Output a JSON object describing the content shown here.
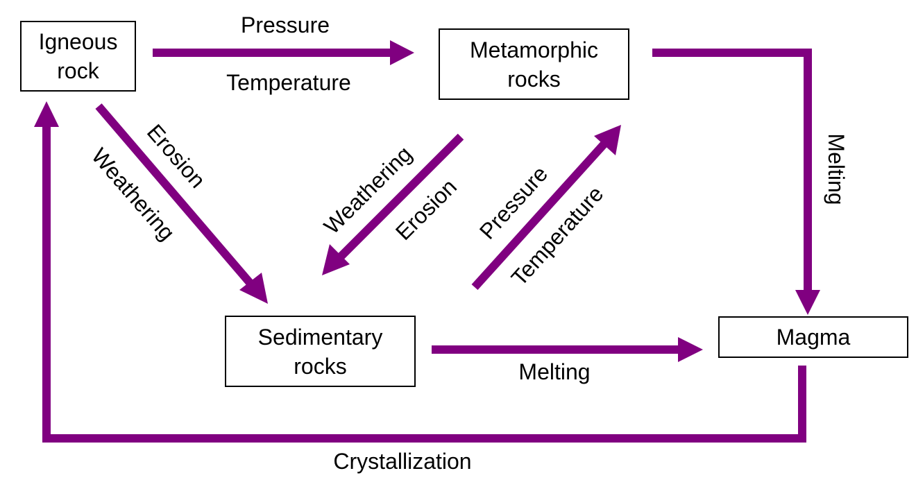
{
  "nodes": {
    "igneous": "Igneous\nrock",
    "metamorphic": "Metamorphic\nrocks",
    "sedimentary": "Sedimentary\nrocks",
    "magma": "Magma"
  },
  "labels": {
    "ig_met_top": "Pressure",
    "ig_met_bottom": "Temperature",
    "ig_sed_erosion": "Erosion",
    "ig_sed_weathering": "Weathering",
    "met_sed_weathering": "Weathering",
    "met_sed_erosion": "Erosion",
    "sed_met_pressure": "Pressure",
    "sed_met_temperature": "Temperature",
    "met_mag_melting": "Melting",
    "sed_mag_melting": "Melting",
    "mag_ig_crystallization": "Crystallization"
  },
  "colors": {
    "arrow": "#800080",
    "box_border": "#000000",
    "text": "#000000"
  }
}
